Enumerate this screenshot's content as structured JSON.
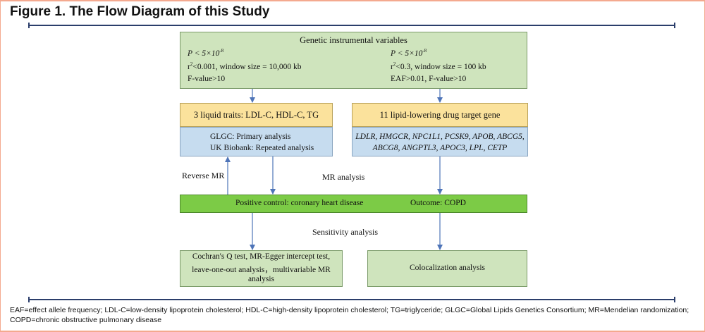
{
  "title": "Figure 1. The Flow Diagram of this Study",
  "ivs": {
    "heading": "Genetic instrumental variables",
    "left": {
      "p": "P < 5×10",
      "p_exp": "-8",
      "r2_sup": "2",
      "r2": "<0.001, window size = 10,000 kb",
      "f": "F-value>10"
    },
    "right": {
      "p": "P < 5×10",
      "p_exp": "-8",
      "r2_sup": "2",
      "r2": "<0.3, window size = 100 kb",
      "eaf": "EAF>0.01, F-value>10"
    }
  },
  "traits": {
    "title": "3 liquid traits: LDL-C, HDL-C, TG",
    "line1": "GLGC: Primary analysis",
    "line2": "UK Biobank: Repeated analysis"
  },
  "drug": {
    "title": "11 lipid-lowering drug target gene",
    "line1": "LDLR, HMGCR, NPC1L1, PCSK9, APOB, ABCG5,",
    "line2": "ABCG8, ANGPTL3, APOC3, LPL, CETP"
  },
  "labels": {
    "reverse_mr": "Reverse MR",
    "mr_analysis": "MR analysis",
    "sensitivity": "Sensitivity analysis"
  },
  "outcome": {
    "positive": "Positive control: coronary heart disease",
    "outcome": "Outcome: COPD"
  },
  "sensitivity_box": {
    "line1": "Cochran's Q test, MR-Egger intercept test,",
    "line2": "leave-one-out analysis，multivariable MR",
    "line3": "analysis"
  },
  "coloc": "Colocalization analysis",
  "caption": {
    "line1": "EAF=effect allele frequency; LDL-C=low-density lipoprotein cholesterol; HDL-C=high-density lipoprotein cholesterol; TG=triglyceride; GLGC=Global Lipids Genetics Consortium; MR=Mendelian randomization;",
    "line2": "COPD=chronic obstructive pulmonary disease"
  },
  "colors": {
    "green": "#cfe4bd",
    "yellow": "#fbe29c",
    "blue": "#c6dcef",
    "bright_green": "#7ccb46",
    "arrow": "#4e74b8",
    "rule": "#2b3e6b"
  }
}
